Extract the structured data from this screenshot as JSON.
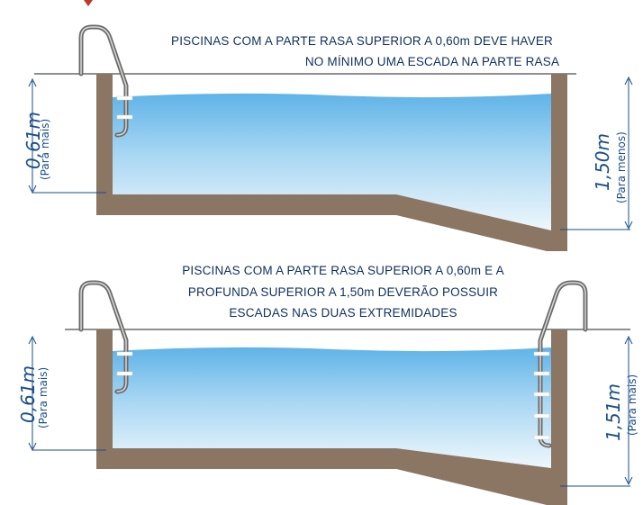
{
  "top_diagram": {
    "caption_line_1": "PISCINAS COM A PARTE RASA SUPERIOR A 0,60m DEVE HAVER",
    "caption_line_2": "NO MÍNIMO UMA ESCADA NA PARTE RASA",
    "left_depth_value": "0,61m",
    "left_depth_note": "(Para mais)",
    "right_depth_value": "1,50m",
    "right_depth_note": "(Para menos)",
    "ladders": [
      "shallow-end-ladder"
    ]
  },
  "bottom_diagram": {
    "caption_line_1": "PISCINAS COM A PARTE RASA SUPERIOR A 0,60m E A",
    "caption_line_2": "PROFUNDA SUPERIOR A 1,50m DEVERÃO POSSUIR",
    "caption_line_3": "ESCADAS NAS DUAS EXTREMIDADES",
    "left_depth_value": "0,61m",
    "left_depth_note": "(Para mais)",
    "right_depth_value": "1,51m",
    "right_depth_note": "(Para mais)",
    "ladders": [
      "shallow-end-ladder",
      "deep-end-ladder"
    ]
  },
  "colors": {
    "pool_wall": "#8b7563",
    "water_top": "#5fb3e8",
    "water_bottom": "#e8f4fb",
    "deck_line": "#6a6a6a",
    "ladder": "#6b6b6b",
    "text": "#0d2f5c",
    "dimension": "#1a4d8a",
    "marker": "#c0392b"
  }
}
